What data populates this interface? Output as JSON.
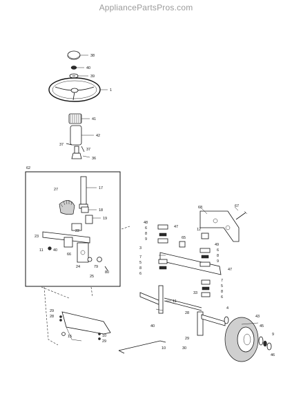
{
  "header": {
    "site": "AppliancePartsPros.com"
  },
  "callouts": [
    {
      "id": "c38",
      "text": "38"
    },
    {
      "id": "c40a",
      "text": "40"
    },
    {
      "id": "c39",
      "text": "39"
    },
    {
      "id": "c1",
      "text": "1"
    },
    {
      "id": "c41",
      "text": "41"
    },
    {
      "id": "c42",
      "text": "42"
    },
    {
      "id": "c37a",
      "text": "37"
    },
    {
      "id": "c37b",
      "text": "37"
    },
    {
      "id": "c36",
      "text": "36"
    },
    {
      "id": "c62",
      "text": "62"
    },
    {
      "id": "c17",
      "text": "17"
    },
    {
      "id": "c27",
      "text": "27"
    },
    {
      "id": "c18",
      "text": "18"
    },
    {
      "id": "c19",
      "text": "19"
    },
    {
      "id": "c22",
      "text": "22"
    },
    {
      "id": "c23",
      "text": "23"
    },
    {
      "id": "c11a",
      "text": "11"
    },
    {
      "id": "c40b",
      "text": "40"
    },
    {
      "id": "c66",
      "text": "66"
    },
    {
      "id": "c24",
      "text": "24"
    },
    {
      "id": "c79",
      "text": "79"
    },
    {
      "id": "c80",
      "text": "80"
    },
    {
      "id": "c25",
      "text": "25"
    },
    {
      "id": "c68",
      "text": "68"
    },
    {
      "id": "c67",
      "text": "67"
    },
    {
      "id": "c48",
      "text": "48"
    },
    {
      "id": "c6a",
      "text": "6"
    },
    {
      "id": "c8a",
      "text": "8"
    },
    {
      "id": "c9a",
      "text": "9"
    },
    {
      "id": "c3",
      "text": "3"
    },
    {
      "id": "c7a",
      "text": "7"
    },
    {
      "id": "c5a",
      "text": "5"
    },
    {
      "id": "c8b",
      "text": "8"
    },
    {
      "id": "c6b",
      "text": "6"
    },
    {
      "id": "c47a",
      "text": "47"
    },
    {
      "id": "c65",
      "text": "65"
    },
    {
      "id": "c12",
      "text": "12"
    },
    {
      "id": "c49",
      "text": "49"
    },
    {
      "id": "c6c",
      "text": "6"
    },
    {
      "id": "c8c",
      "text": "8"
    },
    {
      "id": "c9b",
      "text": "9"
    },
    {
      "id": "c7b",
      "text": "7"
    },
    {
      "id": "c5b",
      "text": "5"
    },
    {
      "id": "c8d",
      "text": "8"
    },
    {
      "id": "c6d",
      "text": "6"
    },
    {
      "id": "c47b",
      "text": "47"
    },
    {
      "id": "c33",
      "text": "33"
    },
    {
      "id": "c11b",
      "text": "11"
    },
    {
      "id": "c40c",
      "text": "40"
    },
    {
      "id": "c4",
      "text": "4"
    },
    {
      "id": "c28",
      "text": "28"
    },
    {
      "id": "c29",
      "text": "29"
    },
    {
      "id": "c30",
      "text": "30"
    },
    {
      "id": "c43",
      "text": "43"
    },
    {
      "id": "c45",
      "text": "45"
    },
    {
      "id": "c9c",
      "text": "9"
    },
    {
      "id": "c46",
      "text": "46"
    },
    {
      "id": "c29a",
      "text": "29"
    },
    {
      "id": "c10",
      "text": "10"
    },
    {
      "id": "c15",
      "text": "15"
    },
    {
      "id": "c29b",
      "text": "29"
    },
    {
      "id": "c28a",
      "text": "28"
    },
    {
      "id": "c10b",
      "text": "10"
    }
  ]
}
